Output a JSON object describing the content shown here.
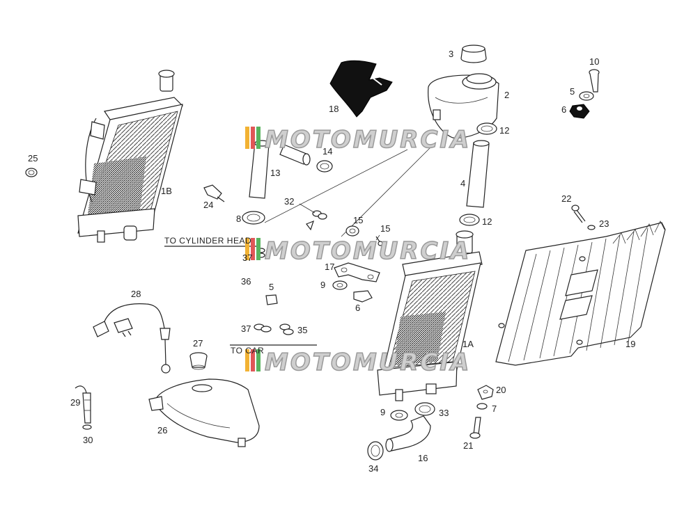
{
  "watermark": "MOTOMURCIA",
  "notes": {
    "to_cylinder_head": "TO CYLINDER HEAD",
    "to_carb": "TO CAR"
  },
  "labels": {
    "p3": "3",
    "p2": "2",
    "p10": "10",
    "p5a": "5",
    "p6a": "6",
    "p18": "18",
    "p12a": "12",
    "p14": "14",
    "p25": "25",
    "p13": "13",
    "p1b": "1B",
    "p24": "24",
    "p4": "4",
    "p22": "22",
    "p23": "23",
    "p32": "32",
    "p8": "8",
    "p15a": "15",
    "p15b": "15",
    "p12b": "12",
    "p17": "17",
    "p37a": "37",
    "p9a": "9",
    "p36": "36",
    "p5b": "5",
    "p6b": "6",
    "p28": "28",
    "p37b": "37",
    "p35": "35",
    "p1a": "1A",
    "p19": "19",
    "p27": "27",
    "p20": "20",
    "p29": "29",
    "p9b": "9",
    "p33": "33",
    "p7": "7",
    "p26": "26",
    "p30": "30",
    "p21": "21",
    "p16": "16",
    "p34": "34"
  }
}
